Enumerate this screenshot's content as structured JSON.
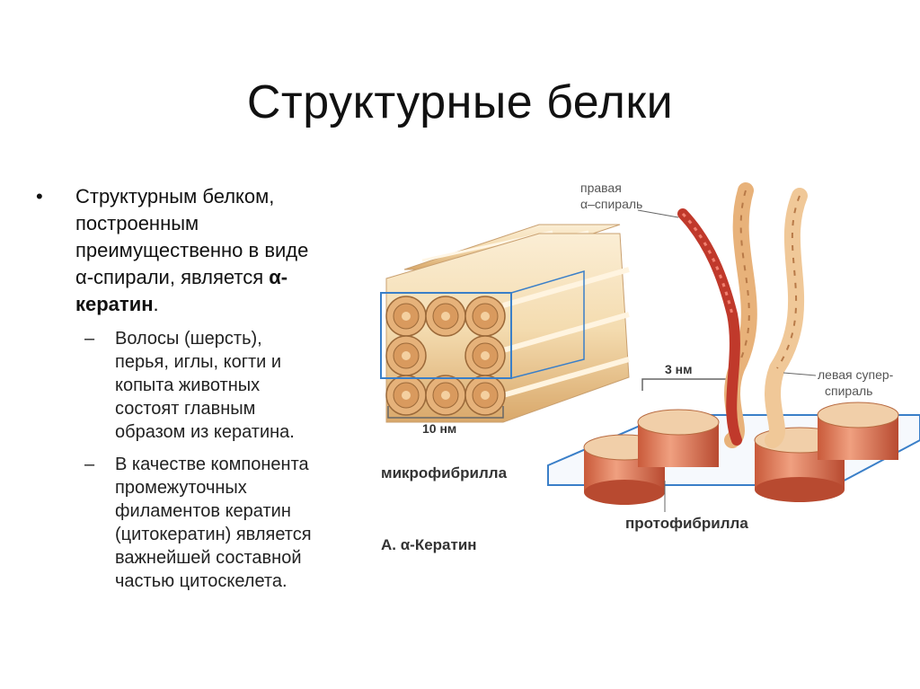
{
  "slide": {
    "title": "Структурные белки",
    "bullet1": {
      "line1": "Структурным белком,",
      "line2": "построенным",
      "line3": "преимущественно в виде",
      "line4_text": "α-спирали, является ",
      "line4_bold": "α-",
      "line5_bold": "кератин",
      "line5_tail": "."
    },
    "sub1": {
      "line1": "Волосы (шерсть),",
      "line2": "перья, иглы, когти и",
      "line3": "копыта животных",
      "line4": "состоят главным",
      "line5": "образом из кератина."
    },
    "sub2": {
      "line1": "В качестве компонента",
      "line2": "промежуточных",
      "line3": "филаментов кератин",
      "line4": "(цитокератин) является",
      "line5": "важнейшей составной",
      "line6": "частью цитоскелета."
    },
    "bullet_symbol": "•",
    "dash_symbol": "–"
  },
  "diagram": {
    "label_right_helix_1": "правая",
    "label_right_helix_2": "α–спираль",
    "label_left_super_1": "левая супер-",
    "label_left_super_2": "спираль",
    "label_3nm": "3 нм",
    "label_10nm": "10 нм",
    "label_microfibril": "микрофибрилла",
    "label_protofibril": "протофибрилла",
    "label_caption": "А. α-Кератин",
    "colors": {
      "tube_light": "#f4dcb0",
      "tube_dark": "#d9a86a",
      "highlight_box": "#3a7fc8",
      "helix_red": "#c0392b",
      "rope_tan": "#e8b27a"
    }
  }
}
